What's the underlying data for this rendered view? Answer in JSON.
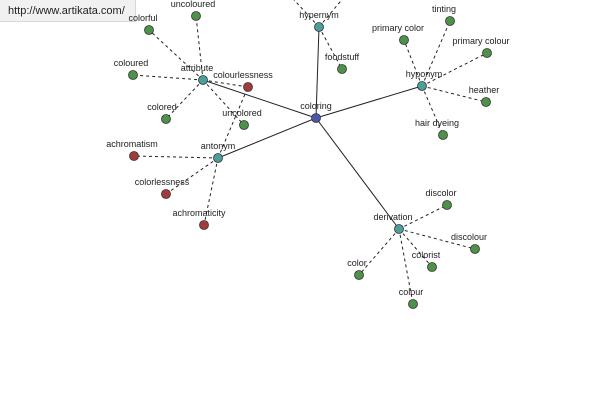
{
  "banner": {
    "url": "http://www.artikata.com/"
  },
  "colors": {
    "center": "#4a58a8",
    "relation": "#4b9e9a",
    "synonym": "#4e9148",
    "antonym": "#a33b3b",
    "edge": "#222222"
  },
  "graph": {
    "nodes": [
      {
        "id": "coloring",
        "label": "coloring",
        "kind": "center"
      },
      {
        "id": "hypernym",
        "label": "hypernym",
        "kind": "relation"
      },
      {
        "id": "hyponym",
        "label": "hyponym",
        "kind": "relation"
      },
      {
        "id": "attribute",
        "label": "attribute",
        "kind": "relation"
      },
      {
        "id": "antonym",
        "label": "antonym",
        "kind": "relation"
      },
      {
        "id": "derivation",
        "label": "derivation",
        "kind": "relation"
      },
      {
        "id": "foodstuff",
        "label": "foodstuff",
        "kind": "synonym"
      },
      {
        "id": "tinting",
        "label": "tinting",
        "kind": "synonym"
      },
      {
        "id": "primary_color",
        "label": "primary color",
        "kind": "synonym"
      },
      {
        "id": "primary_colour",
        "label": "primary colour",
        "kind": "synonym"
      },
      {
        "id": "heather",
        "label": "heather",
        "kind": "synonym"
      },
      {
        "id": "hair_dyeing",
        "label": "hair dyeing",
        "kind": "synonym"
      },
      {
        "id": "uncoloured_top",
        "label": "uncoloured",
        "kind": "synonym"
      },
      {
        "id": "colorful",
        "label": "colorful",
        "kind": "synonym"
      },
      {
        "id": "coloured",
        "label": "coloured",
        "kind": "synonym"
      },
      {
        "id": "colored",
        "label": "colored",
        "kind": "synonym"
      },
      {
        "id": "uncolored",
        "label": "uncolored",
        "kind": "synonym"
      },
      {
        "id": "colourlessness",
        "label": "colourlessness",
        "kind": "antonym"
      },
      {
        "id": "achromatism",
        "label": "achromatism",
        "kind": "antonym"
      },
      {
        "id": "colorlessness",
        "label": "colorlessness",
        "kind": "antonym"
      },
      {
        "id": "achromaticity",
        "label": "achromaticity",
        "kind": "antonym"
      },
      {
        "id": "discolor",
        "label": "discolor",
        "kind": "synonym"
      },
      {
        "id": "discolour",
        "label": "discolour",
        "kind": "synonym"
      },
      {
        "id": "colorist",
        "label": "colorist",
        "kind": "synonym"
      },
      {
        "id": "color",
        "label": "color",
        "kind": "synonym"
      },
      {
        "id": "colour",
        "label": "colour",
        "kind": "synonym"
      }
    ],
    "edges": [
      {
        "from": "coloring",
        "to": "hypernym",
        "style": "solid"
      },
      {
        "from": "coloring",
        "to": "hyponym",
        "style": "solid"
      },
      {
        "from": "coloring",
        "to": "attribute",
        "style": "solid"
      },
      {
        "from": "coloring",
        "to": "antonym",
        "style": "solid"
      },
      {
        "from": "coloring",
        "to": "derivation",
        "style": "solid"
      },
      {
        "from": "hypernym",
        "to": "foodstuff",
        "style": "dashed"
      },
      {
        "from": "hypernym",
        "to": "hyp_up_left",
        "style": "dashed"
      },
      {
        "from": "hypernym",
        "to": "hyp_up_right",
        "style": "dashed"
      },
      {
        "from": "hyponym",
        "to": "tinting",
        "style": "dashed"
      },
      {
        "from": "hyponym",
        "to": "primary_color",
        "style": "dashed"
      },
      {
        "from": "hyponym",
        "to": "primary_colour",
        "style": "dashed"
      },
      {
        "from": "hyponym",
        "to": "heather",
        "style": "dashed"
      },
      {
        "from": "hyponym",
        "to": "hair_dyeing",
        "style": "dashed"
      },
      {
        "from": "attribute",
        "to": "uncoloured_top",
        "style": "dashed"
      },
      {
        "from": "attribute",
        "to": "colorful",
        "style": "dashed"
      },
      {
        "from": "attribute",
        "to": "coloured",
        "style": "dashed"
      },
      {
        "from": "attribute",
        "to": "colored",
        "style": "dashed"
      },
      {
        "from": "attribute",
        "to": "uncolored",
        "style": "dashed"
      },
      {
        "from": "attribute",
        "to": "colourlessness",
        "style": "dashed"
      },
      {
        "from": "antonym",
        "to": "achromatism",
        "style": "dashed"
      },
      {
        "from": "antonym",
        "to": "colorlessness",
        "style": "dashed"
      },
      {
        "from": "antonym",
        "to": "achromaticity",
        "style": "dashed"
      },
      {
        "from": "antonym",
        "to": "colourlessness",
        "style": "dashed"
      },
      {
        "from": "derivation",
        "to": "discolor",
        "style": "dashed"
      },
      {
        "from": "derivation",
        "to": "discolour",
        "style": "dashed"
      },
      {
        "from": "derivation",
        "to": "colorist",
        "style": "dashed"
      },
      {
        "from": "derivation",
        "to": "color",
        "style": "dashed"
      },
      {
        "from": "derivation",
        "to": "colour",
        "style": "dashed"
      }
    ]
  }
}
